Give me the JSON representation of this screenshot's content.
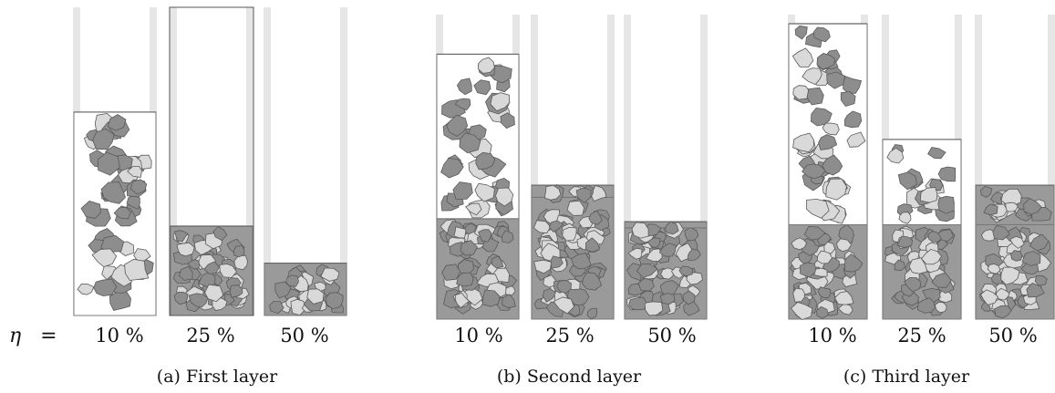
{
  "eta_symbol": "η",
  "eta_equals": "=",
  "panels": [
    {
      "caption": "(a) First layer",
      "columns": [
        {
          "label": "10 %",
          "fill_layers": [
            0.66
          ]
        },
        {
          "label": "25 %",
          "fill_layers": [
            0.29
          ]
        },
        {
          "label": "50 %",
          "fill_layers": [
            0.17
          ]
        }
      ]
    },
    {
      "caption": "(b) Second layer",
      "columns": [
        {
          "label": "10 %",
          "fill_layers": [
            0.33,
            0.87
          ]
        },
        {
          "label": "25 %",
          "fill_layers": [
            0.4,
            0.44
          ]
        },
        {
          "label": "50 %",
          "fill_layers": [
            0.3,
            0.32
          ]
        }
      ]
    },
    {
      "caption": "(c) Third layer",
      "columns": [
        {
          "label": "10 %",
          "fill_layers": [
            0.31,
            0.97
          ]
        },
        {
          "label": "25 %",
          "fill_layers": [
            0.31,
            0.59
          ]
        },
        {
          "label": "50 %",
          "fill_layers": [
            0.31,
            0.44
          ]
        }
      ]
    }
  ]
}
